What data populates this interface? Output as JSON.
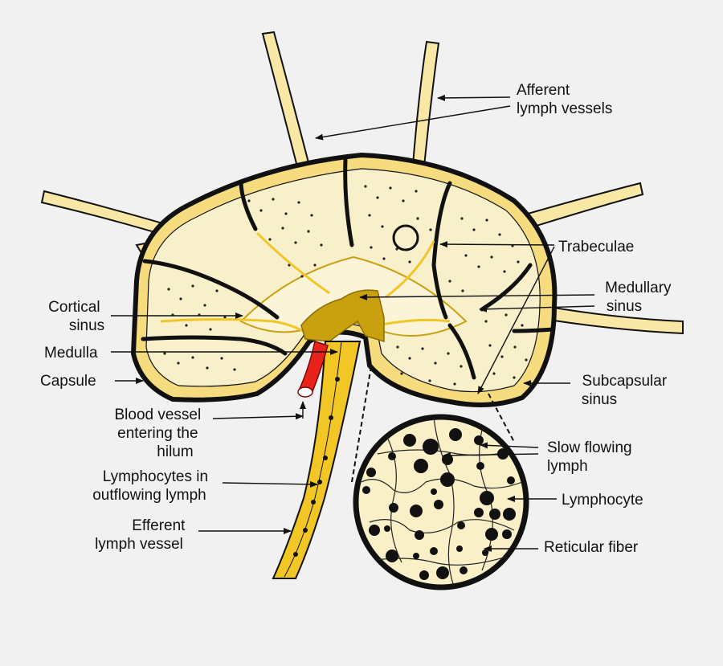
{
  "labels": {
    "afferent": [
      "Afferent",
      "lymph vessels"
    ],
    "trabeculae": [
      "Trabeculae"
    ],
    "medullary_sinus": [
      "Medullary",
      "sinus"
    ],
    "cortical_sinus": [
      "Cortical",
      "sinus"
    ],
    "medulla": [
      "Medulla"
    ],
    "capsule": [
      "Capsule"
    ],
    "subcapsular_sinus": [
      "Subcapsular",
      "sinus"
    ],
    "blood_vessel": [
      "Blood vessel",
      "entering the",
      "hilum"
    ],
    "lymphocytes_outflowing": [
      "Lymphocytes in",
      "outflowing lymph"
    ],
    "efferent": [
      "Efferent",
      "lymph vessel"
    ],
    "slow_flowing": [
      "Slow flowing",
      "lymph"
    ],
    "lymphocyte": [
      "Lymphocyte"
    ],
    "reticular_fiber": [
      "Reticular fiber"
    ]
  },
  "colors": {
    "background": "#f1f1f1",
    "capsule_fill": "#f6dc7f",
    "cortex_fill": "#f8efcb",
    "medulla_fill": "#fbf4d8",
    "vessel_fill": "#f9e7a6",
    "hilum": "#c9a10f",
    "efferent_vessel": "#f2c625",
    "blood_vessel": "#e8231b",
    "outline": "#111111"
  }
}
